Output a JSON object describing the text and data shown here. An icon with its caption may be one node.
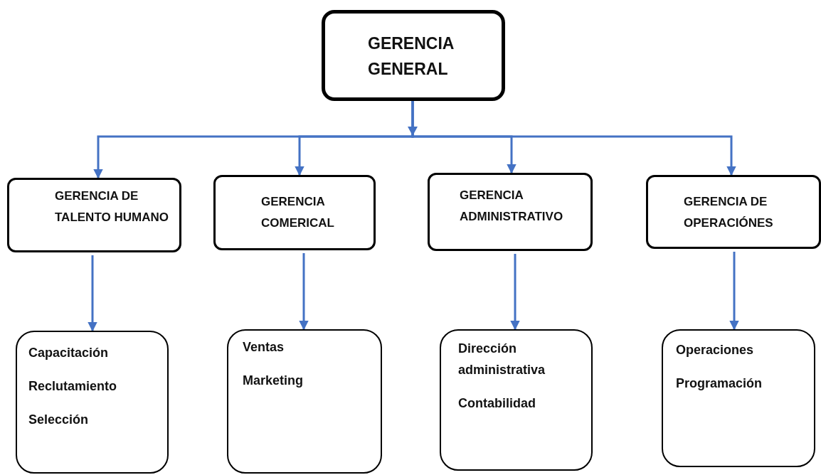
{
  "diagram": {
    "nodes": [
      {
        "text": [
          "GERENCIA GENERAL"
        ]
      },
      {
        "text": [
          "GERENCIA DE TALENTO HUMANO"
        ]
      },
      {
        "text": [
          "GERENCIA COMERICAL"
        ]
      },
      {
        "text": [
          "GERENCIA ADMINISTRATIVO"
        ]
      },
      {
        "text": [
          "GERENCIA DE OPERACIÓNES"
        ]
      },
      {
        "text": [
          "Capacitación",
          "Reclutamiento",
          "Selección"
        ]
      },
      {
        "text": [
          "Ventas",
          "Marketing"
        ]
      },
      {
        "text": [
          "Dirección administrativa",
          "Contabilidad"
        ]
      },
      {
        "text": [
          "Operaciones",
          "Programación"
        ]
      }
    ],
    "edges": [
      {
        "from": 0,
        "to": 1,
        "arrow": "to"
      },
      {
        "from": 0,
        "to": 2,
        "arrow": "to"
      },
      {
        "from": 0,
        "to": 3,
        "arrow": "to"
      },
      {
        "from": 0,
        "to": 4,
        "arrow": "to"
      },
      {
        "from": 1,
        "to": 5,
        "arrow": "to"
      },
      {
        "from": 2,
        "to": 6,
        "arrow": "to"
      },
      {
        "from": 3,
        "to": 7,
        "arrow": "to"
      },
      {
        "from": 4,
        "to": 8,
        "arrow": "to"
      }
    ]
  }
}
